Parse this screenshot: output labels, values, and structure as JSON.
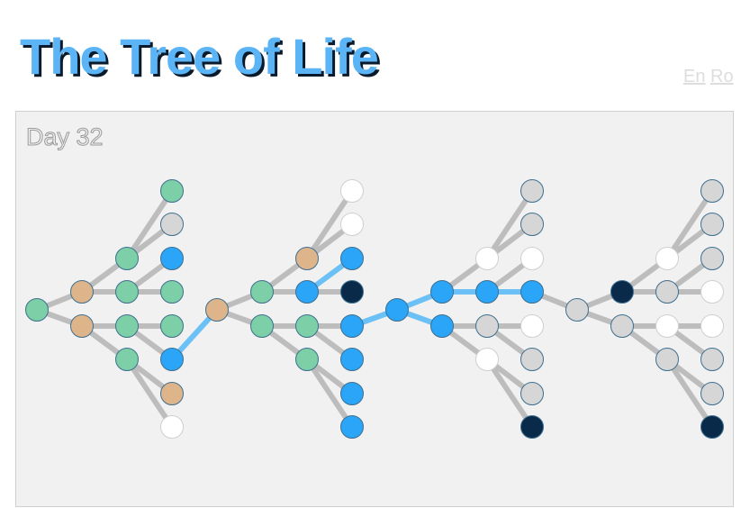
{
  "title": "The Tree of Life",
  "languages": [
    "En",
    "Ro"
  ],
  "day_label": "Day 32",
  "colors": {
    "green": "#7ccfa6",
    "tan": "#deb48a",
    "blue": "#2aa5f7",
    "navy": "#0a2a49",
    "white": "#ffffff",
    "gray": "#d6d6d6",
    "edge_gray": "#bdbdbd",
    "edge_blue": "#6bc0f6"
  },
  "clusters": [
    {
      "root": "green",
      "mid": [
        "tan",
        "tan"
      ],
      "inner": [
        "green",
        "green",
        "green",
        "green"
      ],
      "leaves": [
        "green",
        "gray",
        "blue",
        "green",
        "green",
        "blue",
        "tan",
        "white"
      ]
    },
    {
      "root": "tan",
      "mid": [
        "green",
        "green"
      ],
      "inner": [
        "tan",
        "blue",
        "green",
        "green"
      ],
      "leaves": [
        "white",
        "white",
        "blue",
        "navy",
        "blue",
        "blue",
        "blue",
        "blue"
      ]
    },
    {
      "root": "blue",
      "mid": [
        "blue",
        "blue"
      ],
      "inner": [
        "white",
        "blue",
        "gray",
        "white"
      ],
      "leaves": [
        "gray",
        "gray",
        "white",
        "blue",
        "white",
        "gray",
        "gray",
        "navy"
      ]
    },
    {
      "root": "gray",
      "mid": [
        "navy",
        "gray"
      ],
      "inner": [
        "white",
        "gray",
        "white",
        "gray"
      ],
      "leaves": [
        "gray",
        "gray",
        "gray",
        "white",
        "white",
        "gray",
        "gray",
        "navy"
      ]
    }
  ]
}
